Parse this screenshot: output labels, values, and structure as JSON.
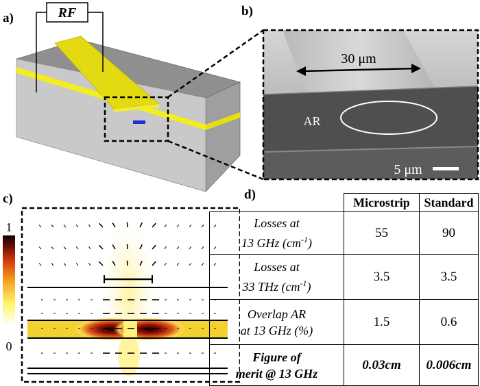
{
  "panels": {
    "a": "a)",
    "b": "b)",
    "c": "c)",
    "d": "d)"
  },
  "panel_a": {
    "rf_label": "RF"
  },
  "panel_b": {
    "scale_30": "30 μm",
    "ar_label": "AR",
    "scale_5": "5 μm"
  },
  "panel_c": {
    "colorbar_max": "1",
    "colorbar_min": "0"
  },
  "table": {
    "columns": [
      "Microstrip",
      "Standard"
    ],
    "rows": [
      {
        "label_line1": "Losses at",
        "label_line2": "13 GHz (cm",
        "label_sup": "-1",
        "label_end": ")",
        "microstrip": "55",
        "standard": "90"
      },
      {
        "label_line1": "Losses at",
        "label_line2": "33 THz (cm",
        "label_sup": "-1",
        "label_end": ")",
        "microstrip": "3.5",
        "standard": "3.5"
      },
      {
        "label_line1": "Overlap AR",
        "label_line2": "at 13 GHz (%)",
        "label_sup": "",
        "label_end": "",
        "microstrip": "1.5",
        "standard": "0.6"
      },
      {
        "label_line1": "Figure of",
        "label_line2": "merit @ 13 GHz",
        "label_sup": "",
        "label_end": "",
        "microstrip": "0.03cm",
        "standard": "0.006cm"
      }
    ]
  },
  "colors": {
    "gold": "#e6de12",
    "stripe": "#f2ee20",
    "gray_top": "#8e8e8e",
    "gray_side": "#c7c7c7",
    "sem_dark": "#4f4f4f",
    "sem_light": "#aaaaaa"
  }
}
